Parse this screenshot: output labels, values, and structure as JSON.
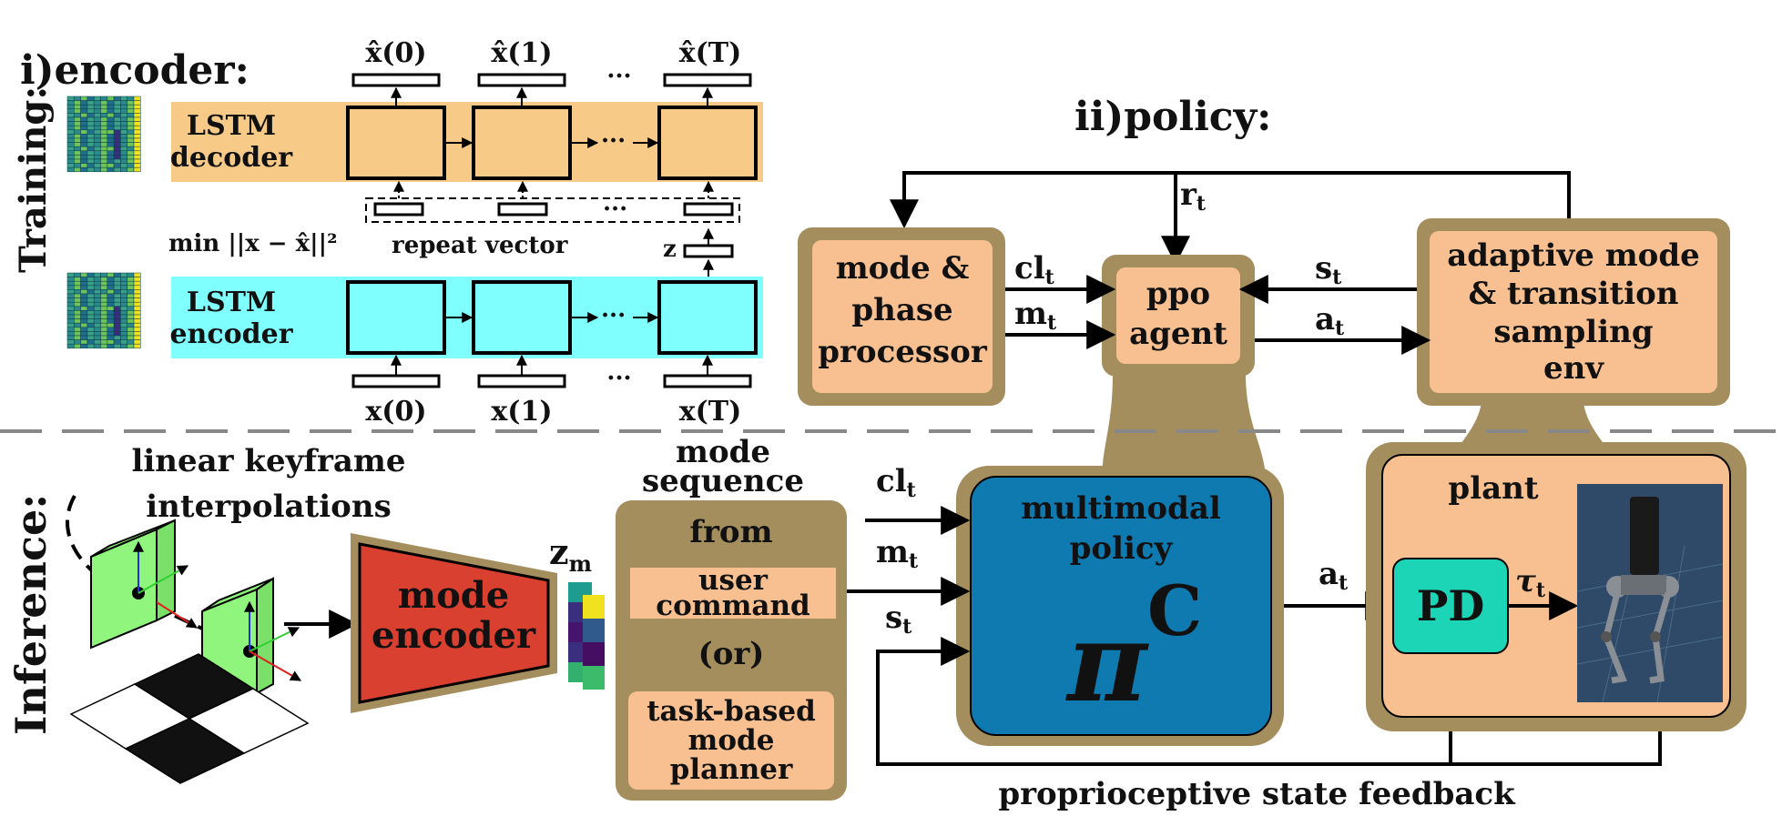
{
  "colors": {
    "orange_band": "#f7ca88",
    "cyan_band": "#80ffff",
    "olive": "#a58e5e",
    "salmon": "#f8bf90",
    "policy_blue": "#0f7ab0",
    "mode_encoder_red": "#d94030",
    "pd_teal": "#1cd4b6",
    "keyframe_green": "#90f57c",
    "sim_background": "#2e4a68"
  },
  "sections": {
    "training": "Training:",
    "inference": "Inference:"
  },
  "encoder": {
    "title": "i)encoder:",
    "decoder_label_line1": "LSTM",
    "decoder_label_line2": "decoder",
    "encoder_label_line1": "LSTM",
    "encoder_label_line2": "encoder",
    "outputs": [
      "x̂(0)",
      "x̂(1)",
      "x̂(T)"
    ],
    "inputs": [
      "x(0)",
      "x(1)",
      "x(T)"
    ],
    "ellipsis": "···",
    "loss": "min ||x − x̂||²",
    "repeat_vector": "repeat vector",
    "z": "z"
  },
  "policy": {
    "title": "ii)policy:",
    "mode_processor": [
      "mode &",
      "phase",
      "processor"
    ],
    "ppo_agent": [
      "ppo",
      "agent"
    ],
    "env": [
      "adaptive mode",
      "& transition",
      "sampling",
      "env"
    ],
    "cl_t": "cl",
    "m_t": "m",
    "s_t": "s",
    "a_t": "a",
    "r_t": "r",
    "sub_t": "t"
  },
  "inference": {
    "keyframes_line1": "linear keyframe",
    "keyframes_line2": "interpolations",
    "mode_encoder_line1": "mode",
    "mode_encoder_line2": "encoder",
    "z_m": "z",
    "z_m_sub": "m",
    "mode_sequence_line1": "mode",
    "mode_sequence_line2": "sequence",
    "from": "from",
    "user_command": [
      "user",
      "command"
    ],
    "or": "(or)",
    "task_planner": [
      "task-based",
      "mode",
      "planner"
    ],
    "multimodal_policy": [
      "multimodal",
      "policy"
    ],
    "pi": "π",
    "pi_sup": "C",
    "plant": "plant",
    "pd": "PD",
    "tau": "τ",
    "feedback": "proprioceptive state feedback"
  }
}
